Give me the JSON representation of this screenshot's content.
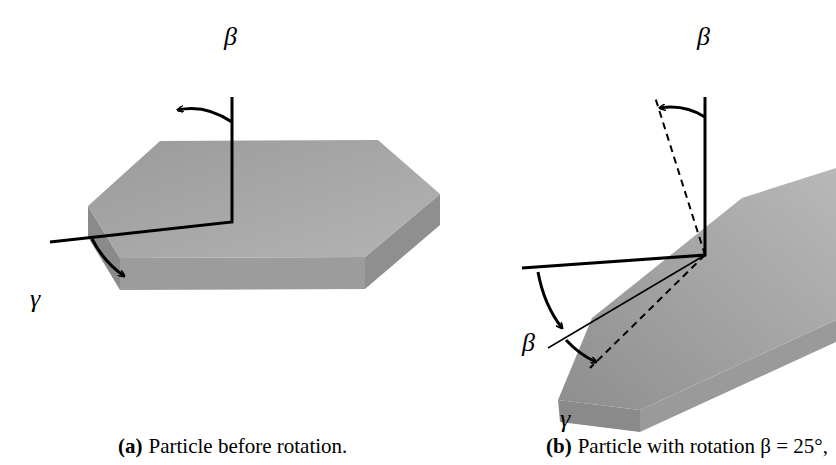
{
  "diagram": {
    "labels": [
      "β",
      "γ",
      "β",
      "β",
      "γ",
      "(a)",
      "Particle before rotation.",
      "(b)",
      "Particle with rotation β = 25°,"
    ]
  }
}
